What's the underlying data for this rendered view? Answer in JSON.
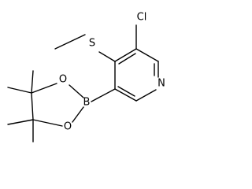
{
  "atoms": {
    "chlorine": "Cl",
    "sulfur": "S",
    "nitrogen": "N",
    "boron": "B",
    "oxygen_upper": "O",
    "oxygen_lower": "O"
  }
}
